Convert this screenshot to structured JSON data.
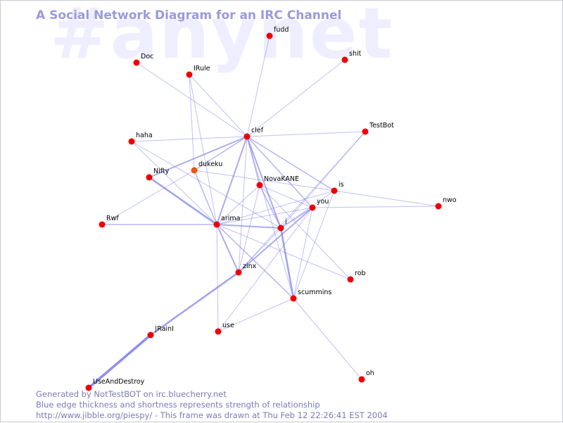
{
  "watermark": "#anynet",
  "title": "A Social Network Diagram for an IRC Channel",
  "footer": {
    "line1": "Generated by NotTestBOT on irc.bluecherry.net",
    "line2": "Blue edge thickness and shortness represents strength of relationship",
    "line3": "http://www.jibble.org/piespy/ - This frame was drawn at Thu Feb 12 22:26:41 EST 2004"
  },
  "colors": {
    "node": "#ee0000",
    "node_highlight": "#ee5511",
    "edge": "#8888ee",
    "title": "#9a9adc",
    "watermark": "#eeeeff"
  },
  "nodes": [
    {
      "id": "fudd",
      "label": "fudd"
    },
    {
      "id": "shit",
      "label": "shit"
    },
    {
      "id": "Doc",
      "label": "Doc"
    },
    {
      "id": "IRule",
      "label": "IRule"
    },
    {
      "id": "clef",
      "label": "clef"
    },
    {
      "id": "TestBot",
      "label": "TestBot"
    },
    {
      "id": "haha",
      "label": "haha"
    },
    {
      "id": "dukeku",
      "label": "dukeku",
      "highlight": true
    },
    {
      "id": "Nifty",
      "label": "Nifty"
    },
    {
      "id": "NovaKANE",
      "label": "NovaKANE"
    },
    {
      "id": "is",
      "label": "is"
    },
    {
      "id": "nwo",
      "label": "nwo"
    },
    {
      "id": "you",
      "label": "you"
    },
    {
      "id": "Rwf",
      "label": "Rwf"
    },
    {
      "id": "arima",
      "label": "arima"
    },
    {
      "id": "i",
      "label": "i"
    },
    {
      "id": "zinx",
      "label": "zinx"
    },
    {
      "id": "rob",
      "label": "rob"
    },
    {
      "id": "scummins",
      "label": "scummins"
    },
    {
      "id": "use",
      "label": "use"
    },
    {
      "id": "IRainI",
      "label": "|RainI"
    },
    {
      "id": "oh",
      "label": "oh"
    },
    {
      "id": "UseAndDestroy",
      "label": "UseAndDestroy"
    }
  ],
  "edges": [
    {
      "from": "clef",
      "to": "fudd",
      "weight": 1
    },
    {
      "from": "clef",
      "to": "shit",
      "weight": 1
    },
    {
      "from": "clef",
      "to": "Doc",
      "weight": 1
    },
    {
      "from": "clef",
      "to": "TestBot",
      "weight": 1
    },
    {
      "from": "clef",
      "to": "haha",
      "weight": 1
    },
    {
      "from": "clef",
      "to": "Nifty",
      "weight": 2
    },
    {
      "from": "clef",
      "to": "dukeku",
      "weight": 1.5
    },
    {
      "from": "clef",
      "to": "arima",
      "weight": 2
    },
    {
      "from": "clef",
      "to": "NovaKANE",
      "weight": 1.5
    },
    {
      "from": "clef",
      "to": "i",
      "weight": 2
    },
    {
      "from": "clef",
      "to": "you",
      "weight": 1.5
    },
    {
      "from": "clef",
      "to": "is",
      "weight": 1.5
    },
    {
      "from": "clef",
      "to": "zinx",
      "weight": 1
    },
    {
      "from": "clef",
      "to": "IRule",
      "weight": 1
    },
    {
      "from": "clef",
      "to": "scummins",
      "weight": 1
    },
    {
      "from": "IRule",
      "to": "arima",
      "weight": 1
    },
    {
      "from": "IRule",
      "to": "dukeku",
      "weight": 1
    },
    {
      "from": "haha",
      "to": "arima",
      "weight": 1
    },
    {
      "from": "haha",
      "to": "i",
      "weight": 1
    },
    {
      "from": "Nifty",
      "to": "arima",
      "weight": 2.5
    },
    {
      "from": "dukeku",
      "to": "arima",
      "weight": 1.5
    },
    {
      "from": "dukeku",
      "to": "Rwf",
      "weight": 1
    },
    {
      "from": "dukeku",
      "to": "is",
      "weight": 1
    },
    {
      "from": "Rwf",
      "to": "arima",
      "weight": 1.5
    },
    {
      "from": "arima",
      "to": "i",
      "weight": 2
    },
    {
      "from": "arima",
      "to": "NovaKANE",
      "weight": 1
    },
    {
      "from": "arima",
      "to": "you",
      "weight": 1
    },
    {
      "from": "arima",
      "to": "zinx",
      "weight": 2
    },
    {
      "from": "arima",
      "to": "scummins",
      "weight": 1.5
    },
    {
      "from": "arima",
      "to": "rob",
      "weight": 1
    },
    {
      "from": "arima",
      "to": "use",
      "weight": 1
    },
    {
      "from": "arima",
      "to": "is",
      "weight": 1
    },
    {
      "from": "NovaKANE",
      "to": "i",
      "weight": 1.5
    },
    {
      "from": "NovaKANE",
      "to": "rob",
      "weight": 1
    },
    {
      "from": "NovaKANE",
      "to": "zinx",
      "weight": 1
    },
    {
      "from": "NovaKANE",
      "to": "you",
      "weight": 1
    },
    {
      "from": "is",
      "to": "nwo",
      "weight": 1
    },
    {
      "from": "is",
      "to": "scummins",
      "weight": 1
    },
    {
      "from": "is",
      "to": "i",
      "weight": 1
    },
    {
      "from": "you",
      "to": "nwo",
      "weight": 1
    },
    {
      "from": "you",
      "to": "zinx",
      "weight": 2
    },
    {
      "from": "you",
      "to": "i",
      "weight": 1.5
    },
    {
      "from": "you",
      "to": "use",
      "weight": 1
    },
    {
      "from": "you",
      "to": "scummins",
      "weight": 1
    },
    {
      "from": "TestBot",
      "to": "zinx",
      "weight": 1
    },
    {
      "from": "TestBot",
      "to": "i",
      "weight": 1
    },
    {
      "from": "i",
      "to": "scummins",
      "weight": 2.5
    },
    {
      "from": "i",
      "to": "zinx",
      "weight": 1
    },
    {
      "from": "zinx",
      "to": "IRainI",
      "weight": 2.5
    },
    {
      "from": "IRainI",
      "to": "UseAndDestroy",
      "weight": 3.5
    },
    {
      "from": "scummins",
      "to": "use",
      "weight": 1
    },
    {
      "from": "scummins",
      "to": "oh",
      "weight": 1
    }
  ]
}
